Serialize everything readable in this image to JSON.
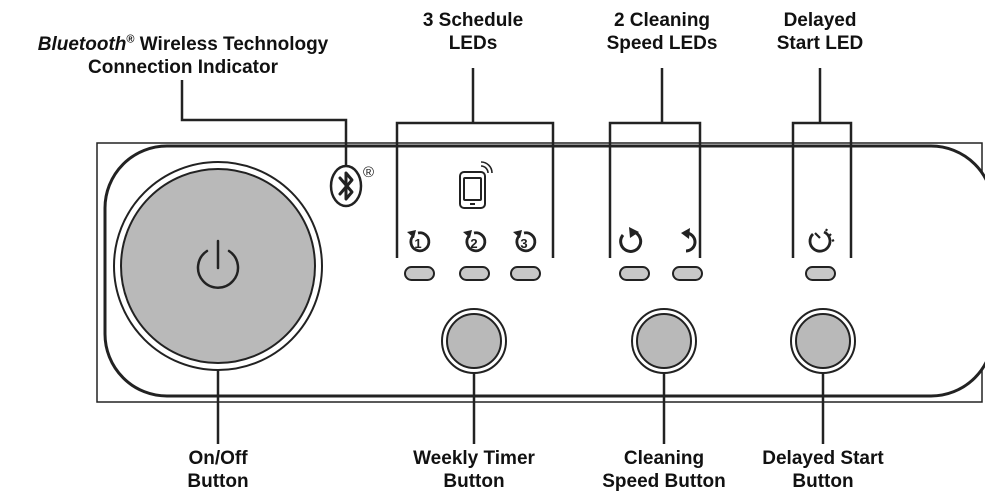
{
  "labels": {
    "bluetooth": {
      "italic": "Bluetooth",
      "reg": "®",
      "rest": " Wireless Technology",
      "line2": "Connection Indicator"
    },
    "schedule_leds": {
      "line1": "3 Schedule",
      "line2": "LEDs"
    },
    "speed_leds": {
      "line1": "2 Cleaning",
      "line2": "Speed LEDs"
    },
    "delayed_led": {
      "line1": "Delayed",
      "line2": "Start LED"
    },
    "onoff_button": {
      "line1": "On/Off",
      "line2": "Button"
    },
    "weekly_button": {
      "line1": "Weekly Timer",
      "line2": "Button"
    },
    "speed_button": {
      "line1": "Cleaning",
      "line2": "Speed Button"
    },
    "delayed_button": {
      "line1": "Delayed Start",
      "line2": "Button"
    }
  },
  "panel": {
    "registered_mark": "®",
    "schedule_numbers": [
      "1",
      "2",
      "3"
    ]
  },
  "icons": [
    "power-icon",
    "bluetooth-icon",
    "smartphone-wifi-icon",
    "schedule-1-icon",
    "schedule-2-icon",
    "schedule-3-icon",
    "clockwise-icon",
    "counterclockwise-icon",
    "timer-icon"
  ],
  "colors": {
    "outline": "#222222",
    "button_fill": "#b9b9b9",
    "led_fill": "#c8c8c8",
    "panel_fill": "#ffffff"
  }
}
